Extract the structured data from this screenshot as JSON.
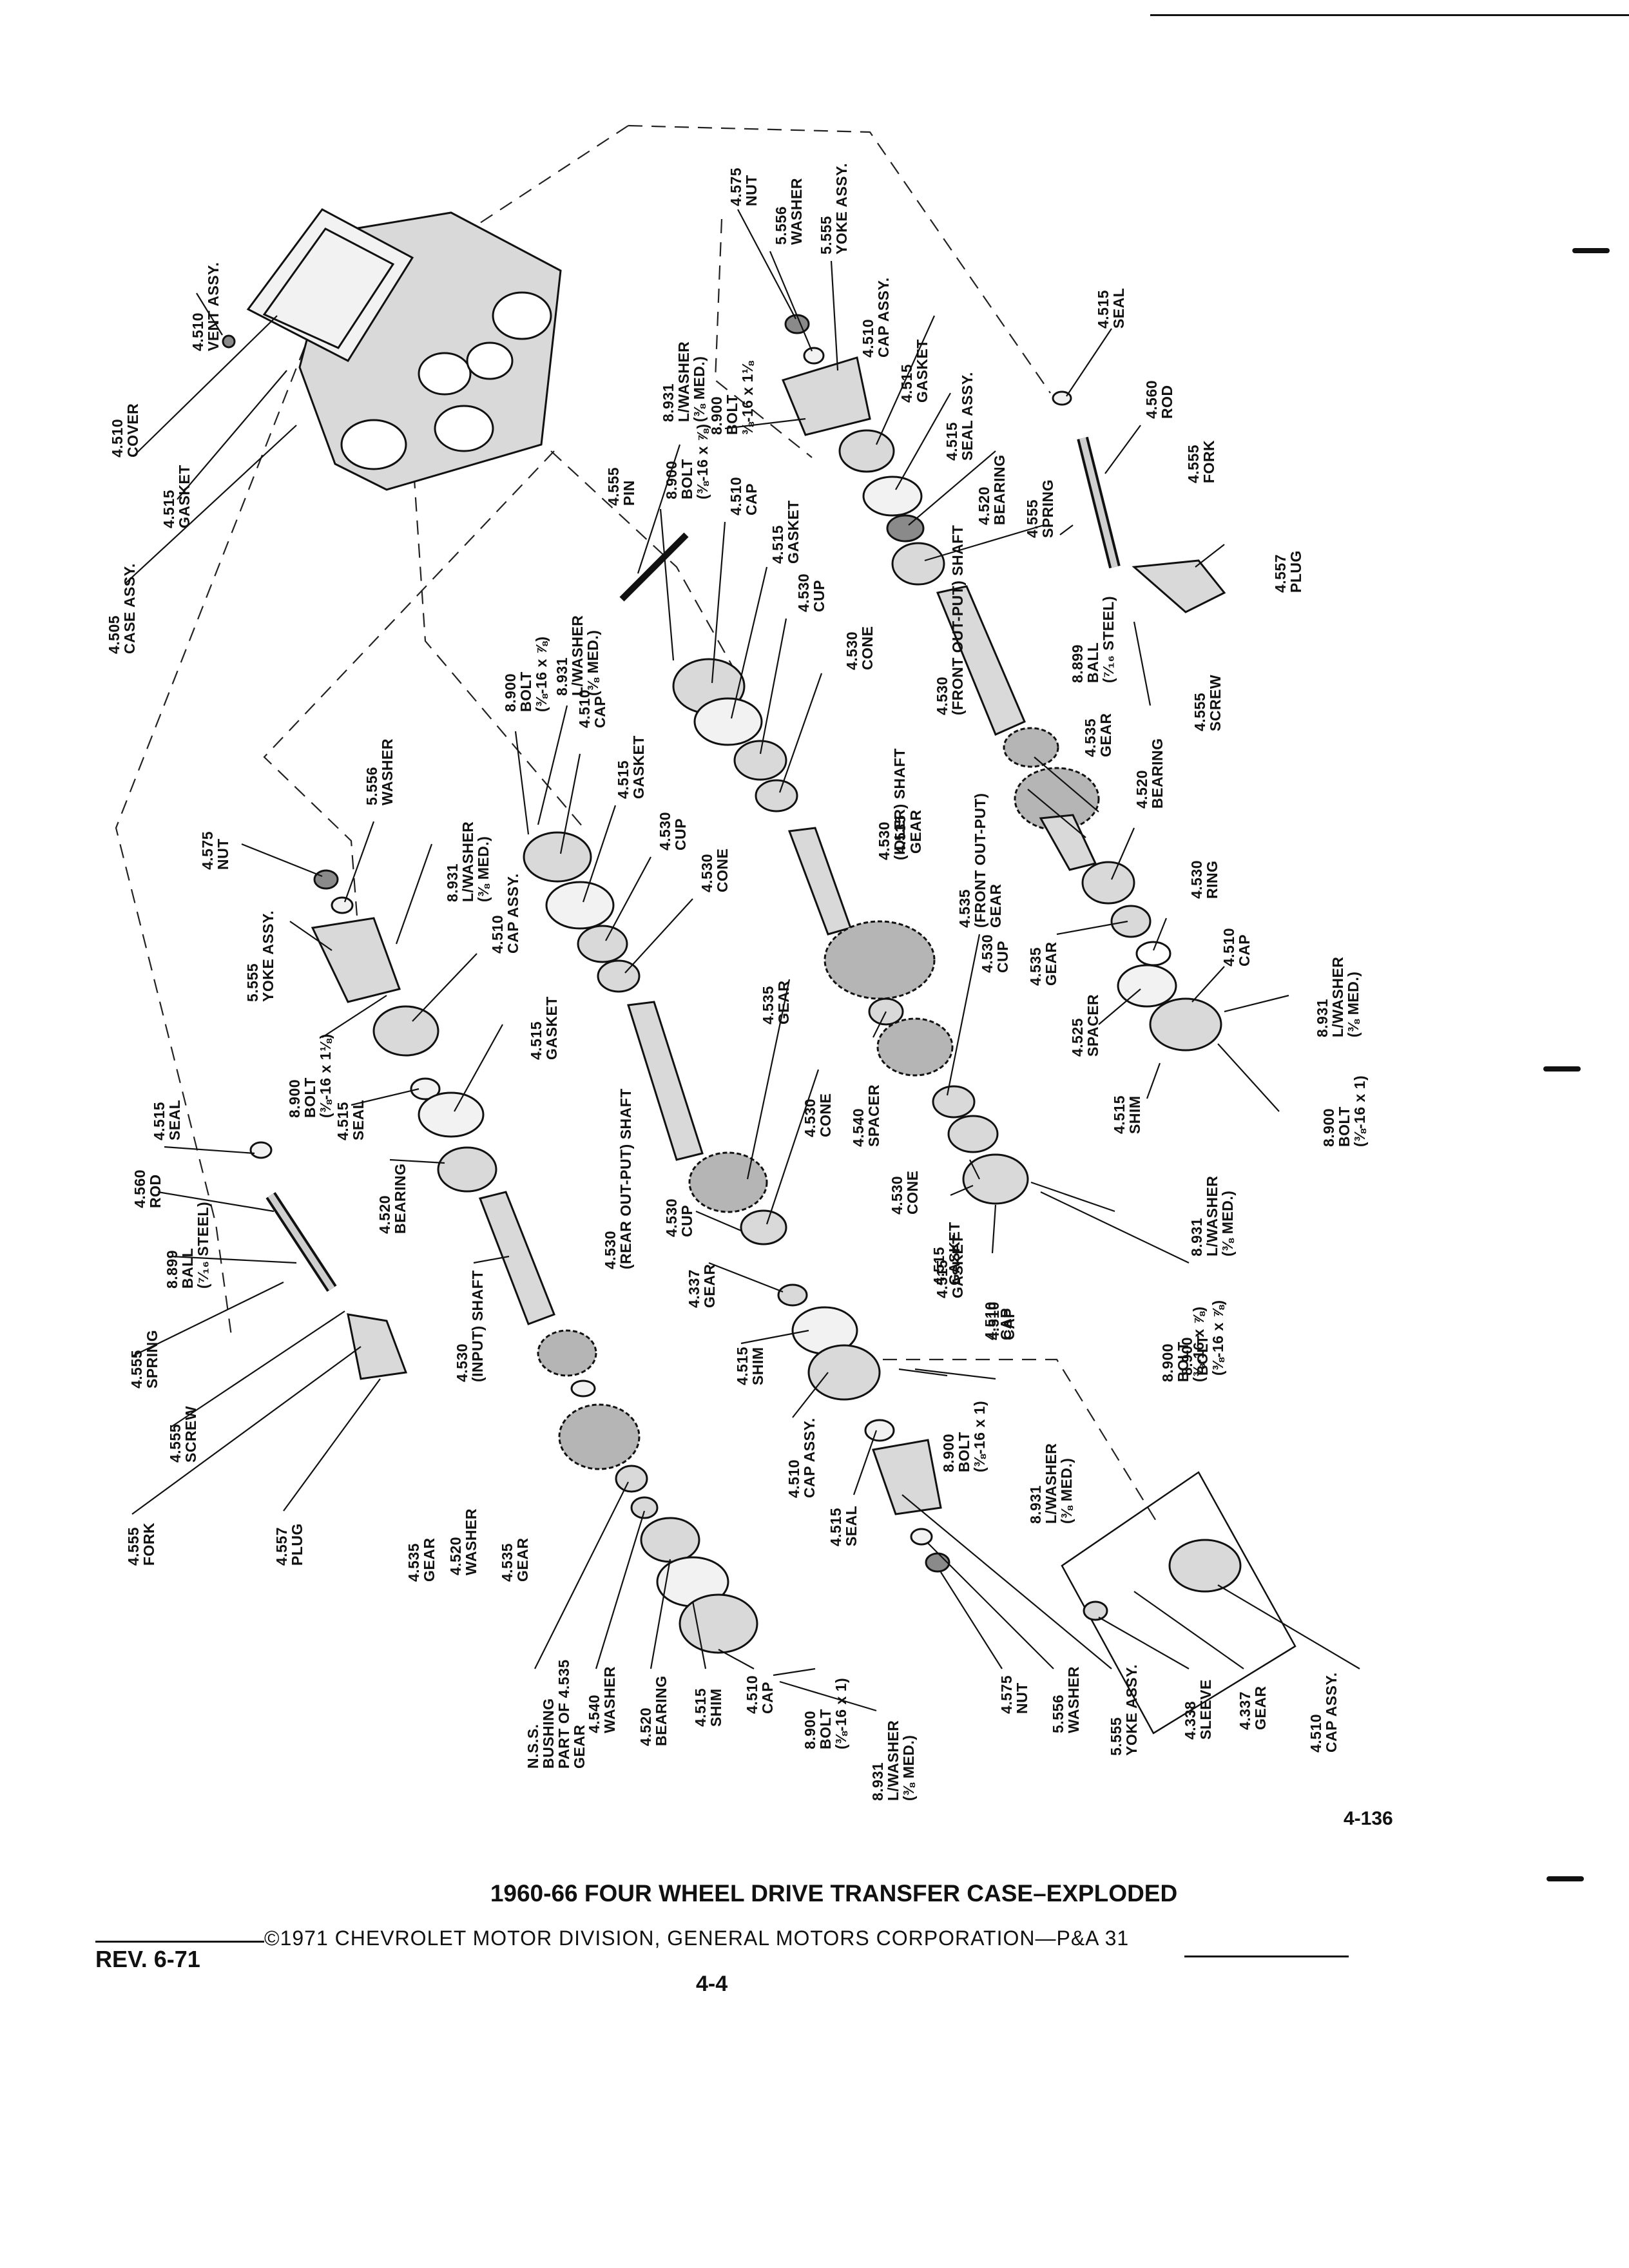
{
  "figure_ref": "4-136",
  "title": "1960-66 FOUR WHEEL DRIVE TRANSFER CASE–EXPLODED",
  "revision": "REV. 6-71",
  "copyright": "©1971 CHEVROLET MOTOR DIVISION, GENERAL MOTORS CORPORATION—P&A 31",
  "page_number": "4-4",
  "callouts": [
    {
      "id": "vent-assy",
      "lines": [
        "4.510",
        "VENT ASSY."
      ]
    },
    {
      "id": "cover",
      "lines": [
        "4.510",
        "COVER"
      ]
    },
    {
      "id": "gasket-case",
      "lines": [
        "4.515",
        "GASKET"
      ]
    },
    {
      "id": "case-assy",
      "lines": [
        "4.505",
        "CASE ASSY."
      ]
    },
    {
      "id": "nut-front",
      "lines": [
        "4.575",
        "NUT"
      ]
    },
    {
      "id": "washer-front",
      "lines": [
        "5.556",
        "WASHER"
      ]
    },
    {
      "id": "yoke-front",
      "lines": [
        "5.555",
        "YOKE ASSY."
      ]
    },
    {
      "id": "lwasher-front-yoke",
      "lines": [
        "8.931",
        "L/WASHER",
        "(⅜ MED.)"
      ]
    },
    {
      "id": "bolt-front-yoke",
      "lines": [
        "8.900",
        "BOLT",
        "⅜-16 x 1⅛"
      ]
    },
    {
      "id": "cap-assy-front",
      "lines": [
        "4.510",
        "CAP ASSY."
      ]
    },
    {
      "id": "gasket-front",
      "lines": [
        "4.515",
        "GASKET"
      ]
    },
    {
      "id": "seal-assy-front",
      "lines": [
        "4.515",
        "SEAL ASSY."
      ]
    },
    {
      "id": "bearing-front",
      "lines": [
        "4.520",
        "BEARING"
      ]
    },
    {
      "id": "seal-rod-right",
      "lines": [
        "4.515",
        "SEAL"
      ]
    },
    {
      "id": "rod-right",
      "lines": [
        "4.560",
        "ROD"
      ]
    },
    {
      "id": "spring-right",
      "lines": [
        "4.555",
        "SPRING"
      ]
    },
    {
      "id": "fork-right",
      "lines": [
        "4.555",
        "FORK"
      ]
    },
    {
      "id": "plug-right",
      "lines": [
        "4.557",
        "PLUG"
      ]
    },
    {
      "id": "ball-right",
      "lines": [
        "8.899",
        "BALL",
        "(⁷⁄₁₆ STEEL)"
      ]
    },
    {
      "id": "screw-right",
      "lines": [
        "4.555",
        "SCREW"
      ]
    },
    {
      "id": "pin-idler",
      "lines": [
        "4.555",
        "PIN"
      ]
    },
    {
      "id": "bolt-idler-cap",
      "lines": [
        "8.900",
        "BOLT",
        "(⅜-16 x ⅞)"
      ]
    },
    {
      "id": "cap-idler-top",
      "lines": [
        "4.510",
        "CAP"
      ]
    },
    {
      "id": "gasket-idler-top",
      "lines": [
        "4.515",
        "GASKET"
      ]
    },
    {
      "id": "cup-idler-top",
      "lines": [
        "4.530",
        "CUP"
      ]
    },
    {
      "id": "cone-idler-top",
      "lines": [
        "4.530",
        "CONE"
      ]
    },
    {
      "id": "bolt-rear-cap",
      "lines": [
        "8.900",
        "BOLT",
        "(⅜-16 x ⅞)"
      ]
    },
    {
      "id": "lwasher-rear-cap",
      "lines": [
        "8.931",
        "L/WASHER",
        "(⅜ MED.)"
      ]
    },
    {
      "id": "cap-rear-top",
      "lines": [
        "4.510",
        "CAP"
      ]
    },
    {
      "id": "gasket-rear-top",
      "lines": [
        "4.515",
        "GASKET"
      ]
    },
    {
      "id": "cup-rear-top",
      "lines": [
        "4.530",
        "CUP"
      ]
    },
    {
      "id": "cone-rear-top",
      "lines": [
        "4.530",
        "CONE"
      ]
    },
    {
      "id": "idler-shaft",
      "lines": [
        "4.530",
        "(IDLER) SHAFT"
      ]
    },
    {
      "id": "idler-gear",
      "lines": [
        "4.535",
        "GEAR"
      ]
    },
    {
      "id": "front-output-shaft",
      "lines": [
        "4.530",
        "(FRONT OUT-PUT) SHAFT"
      ]
    },
    {
      "id": "gear-front-shaft",
      "lines": [
        "4.535",
        "GEAR"
      ]
    },
    {
      "id": "bearing-front-2",
      "lines": [
        "4.520",
        "BEARING"
      ]
    },
    {
      "id": "front-output-gear",
      "lines": [
        "4.535",
        "(FRONT OUT-PUT)",
        "GEAR"
      ]
    },
    {
      "id": "cup-idler-low",
      "lines": [
        "4.530",
        "CUP"
      ]
    },
    {
      "id": "ring-front",
      "lines": [
        "4.530",
        "RING"
      ]
    },
    {
      "id": "gear-front-low",
      "lines": [
        "4.535",
        "GEAR"
      ]
    },
    {
      "id": "spacer-front",
      "lines": [
        "4.525",
        "SPACER"
      ]
    },
    {
      "id": "cap-front-low",
      "lines": [
        "4.510",
        "CAP"
      ]
    },
    {
      "id": "lwasher-front-low",
      "lines": [
        "8.931",
        "L/WASHER",
        "(⅜ MED.)"
      ]
    },
    {
      "id": "shim-front",
      "lines": [
        "4.515",
        "SHIM"
      ]
    },
    {
      "id": "bolt-front-low",
      "lines": [
        "8.900",
        "BOLT",
        "(⅜-16 x 1)"
      ]
    },
    {
      "id": "spacer-idler",
      "lines": [
        "4.540",
        "SPACER"
      ]
    },
    {
      "id": "cone-idler-low",
      "lines": [
        "4.530",
        "CONE"
      ]
    },
    {
      "id": "gasket-idler-low",
      "lines": [
        "4.515",
        "GASKET"
      ]
    },
    {
      "id": "cap-idler-low",
      "lines": [
        "4.510",
        "CAP"
      ]
    },
    {
      "id": "lwasher-idler-low",
      "lines": [
        "8.931",
        "L/WASHER",
        "(⅜ MED.)"
      ]
    },
    {
      "id": "bolt-idler-low",
      "lines": [
        "8.900",
        "BOLT",
        "(⅜-16 x ⅞)"
      ]
    },
    {
      "id": "washer-left",
      "lines": [
        "5.556",
        "WASHER"
      ]
    },
    {
      "id": "nut-left",
      "lines": [
        "4.575",
        "NUT"
      ]
    },
    {
      "id": "lwasher-left",
      "lines": [
        "8.931",
        "L/WASHER",
        "(⅜ MED.)"
      ]
    },
    {
      "id": "yoke-left",
      "lines": [
        "5.555",
        "YOKE ASSY."
      ]
    },
    {
      "id": "cap-assy-left",
      "lines": [
        "4.510",
        "CAP ASSY."
      ]
    },
    {
      "id": "bolt-left",
      "lines": [
        "8.900",
        "BOLT",
        "(⅜-16 x 1⅛)"
      ]
    },
    {
      "id": "gasket-left",
      "lines": [
        "4.515",
        "GASKET"
      ]
    },
    {
      "id": "seal-left",
      "lines": [
        "4.515",
        "SEAL"
      ]
    },
    {
      "id": "bearing-left",
      "lines": [
        "4.520",
        "BEARING"
      ]
    },
    {
      "id": "input-shaft",
      "lines": [
        "4.530",
        "(INPUT) SHAFT"
      ]
    },
    {
      "id": "cup-rear-low",
      "lines": [
        "4.530",
        "CUP"
      ]
    },
    {
      "id": "rear-output-shaft",
      "lines": [
        "4.530",
        "(REAR OUT-PUT) SHAFT"
      ]
    },
    {
      "id": "gear-rear",
      "lines": [
        "4.535",
        "GEAR"
      ]
    },
    {
      "id": "cone-rear-low",
      "lines": [
        "4.530",
        "CONE"
      ]
    },
    {
      "id": "seal-rod-left",
      "lines": [
        "4.515",
        "SEAL"
      ]
    },
    {
      "id": "rod-left",
      "lines": [
        "4.560",
        "ROD"
      ]
    },
    {
      "id": "ball-left",
      "lines": [
        "8.899",
        "BALL",
        "(⁷⁄₁₆ STEEL)"
      ]
    },
    {
      "id": "spring-left",
      "lines": [
        "4.555",
        "SPRING"
      ]
    },
    {
      "id": "screw-left",
      "lines": [
        "4.555",
        "SCREW"
      ]
    },
    {
      "id": "fork-left",
      "lines": [
        "4.555",
        "FORK"
      ]
    },
    {
      "id": "plug-left",
      "lines": [
        "4.557",
        "PLUG"
      ]
    },
    {
      "id": "gear-337",
      "lines": [
        "4.337",
        "GEAR"
      ]
    },
    {
      "id": "shim-rear",
      "lines": [
        "4.515",
        "SHIM"
      ]
    },
    {
      "id": "cap-assy-rear",
      "lines": [
        "4.510",
        "CAP ASSY."
      ]
    },
    {
      "id": "bolt-rear-low",
      "lines": [
        "8.900",
        "BOLT",
        "(⅜-16 x 1)"
      ]
    },
    {
      "id": "lwasher-rear-low",
      "lines": [
        "8.931",
        "L/WASHER",
        "(⅜ MED.)"
      ]
    },
    {
      "id": "seal-rear",
      "lines": [
        "4.515",
        "SEAL"
      ]
    },
    {
      "id": "gear-input-1",
      "lines": [
        "4.535",
        "GEAR"
      ]
    },
    {
      "id": "washer-input",
      "lines": [
        "4.520",
        "WASHER"
      ]
    },
    {
      "id": "gear-input-2",
      "lines": [
        "4.535",
        "GEAR"
      ]
    },
    {
      "id": "cap-bottom-right",
      "lines": [
        "4.510",
        "CAP"
      ]
    },
    {
      "id": "gasket-bottom-right",
      "lines": [
        "4.515",
        "GASKET"
      ]
    },
    {
      "id": "lwasher-bottom-right",
      "lines": [
        "8.931",
        "L/WASHER",
        "(⅜ MED.)"
      ]
    },
    {
      "id": "bolt-bottom-right",
      "lines": [
        "8.900",
        "BOLT",
        "(⅜-16 x ⅞)"
      ]
    },
    {
      "id": "bushing",
      "lines": [
        "N.S.S.",
        "BUSHING",
        "PART OF 4.535",
        "GEAR"
      ]
    },
    {
      "id": "washer-bottom",
      "lines": [
        "4.540",
        "WASHER"
      ]
    },
    {
      "id": "bearing-bottom",
      "lines": [
        "4.520",
        "BEARING"
      ]
    },
    {
      "id": "shim-bottom",
      "lines": [
        "4.515",
        "SHIM"
      ]
    },
    {
      "id": "cap-bottom",
      "lines": [
        "4.510",
        "CAP"
      ]
    },
    {
      "id": "bolt-bottom",
      "lines": [
        "8.900",
        "BOLT",
        "(⅜-16 x 1)"
      ]
    },
    {
      "id": "lwasher-bottom",
      "lines": [
        "8.931",
        "L/WASHER",
        "(⅜ MED.)"
      ]
    },
    {
      "id": "nut-bottom",
      "lines": [
        "4.575",
        "NUT"
      ]
    },
    {
      "id": "washer-bottom-2",
      "lines": [
        "5.556",
        "WASHER"
      ]
    },
    {
      "id": "yoke-bottom",
      "lines": [
        "5.555",
        "YOKE ASSY."
      ]
    },
    {
      "id": "sleeve-bottom",
      "lines": [
        "4.338",
        "SLEEVE"
      ]
    },
    {
      "id": "gear-bottom-337",
      "lines": [
        "4.337",
        "GEAR"
      ]
    },
    {
      "id": "cap-assy-bottom",
      "lines": [
        "4.510",
        "CAP ASSY."
      ]
    }
  ]
}
